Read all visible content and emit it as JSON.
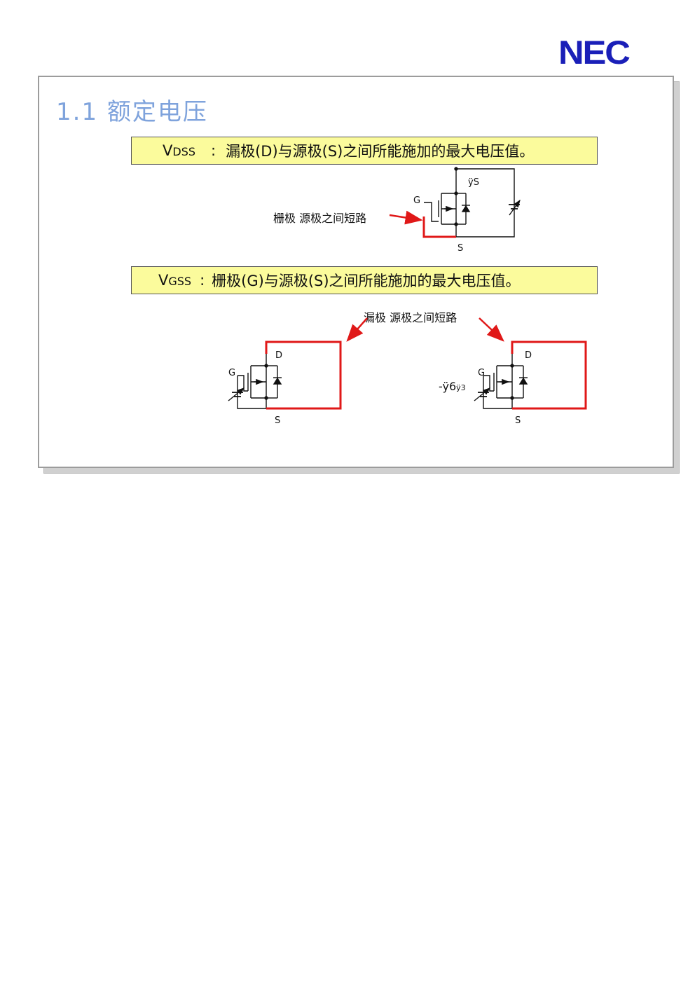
{
  "logo": "NEC",
  "slide": {
    "title": "1.1 额定电压",
    "vdss": {
      "symbol": "V",
      "subscript": "DSS",
      "separator": ":",
      "definition": "漏极(D)与源极(S)之间所能施加的最大电压值。"
    },
    "vgss": {
      "symbol": "V",
      "subscript": "GSS",
      "separator": ":",
      "definition": "栅极(G)与源极(S)之间所能施加的最大电压值。"
    },
    "diagram1": {
      "annotation": "栅极 源极之间短路",
      "pin_g": "G",
      "pin_d": "ÿS",
      "pin_s": "S"
    },
    "diagram2": {
      "annotation": "漏极 源极之间短路",
      "left": {
        "pin_g": "G",
        "pin_d": "D",
        "pin_s": "S"
      },
      "right": {
        "pin_g": "G",
        "pin_d": "D",
        "pin_s": "S",
        "garbled": "-ÿ6",
        "garbled_sub": "ÿ3"
      }
    }
  },
  "colors": {
    "title": "#7fa3dc",
    "box_fill": "#fbfb9c",
    "highlight": "#e01818",
    "logo": "#1a1fb8"
  }
}
